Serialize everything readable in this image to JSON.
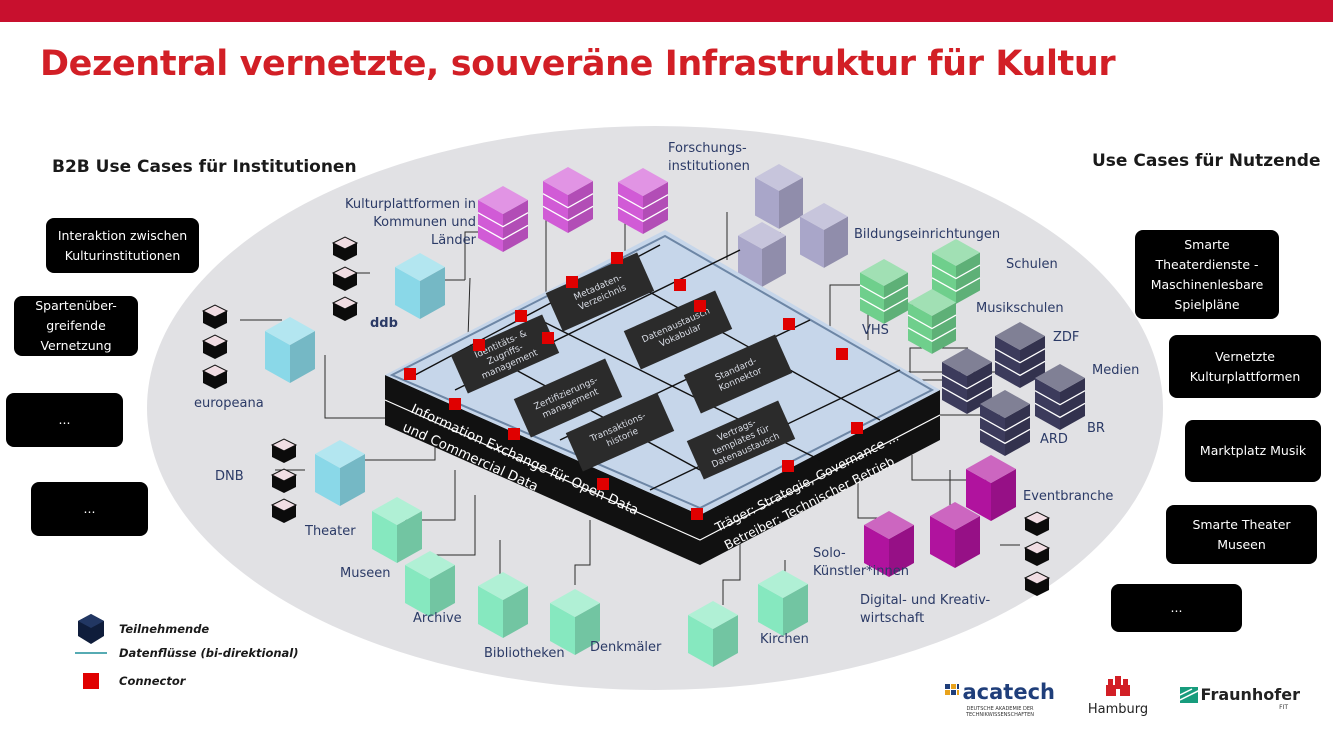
{
  "title": "Dezentral vernetzte, souveräne Infrastruktur für Kultur",
  "left": {
    "heading": "B2B Use Cases\nfür Institutionen",
    "boxes": [
      "Interaktion zwischen\nKulturinstitutionen",
      "Spartenüber-\ngreifende\nVernetzung",
      "...",
      "..."
    ]
  },
  "right": {
    "heading": "Use Cases für Nutzende",
    "boxes": [
      "Smarte\nTheaterdienste -\nMaschinenlesbare\nSpielpläne",
      "Vernetzte\nKulturplattformen",
      "Marktplatz Musik",
      "Smarte Theater\nMuseen",
      "..."
    ]
  },
  "platform": {
    "modules": [
      "Metadaten-\nVerzeichnis",
      "Identitäts- &\nZugriffs-\nmanagement",
      "Datenaustausch\nVokabular",
      "Zertifizierungs-\nmanagement",
      "Standard-\nKonnektor",
      "Transaktions-\nhistorie",
      "Vertrags-\ntemplates für\nDatenaustausch"
    ],
    "front_side": "Information Exchange für Open Data\nund Commercial Data",
    "right_side": "Träger: Strategie, Governance ...\nBetreiber: Technischer Betrieb"
  },
  "participants": [
    "Kulturplattformen in\nKommunen und\nLänder",
    "Forschungs-\ninstitutionen",
    "Bildungseinrichtungen",
    "Schulen",
    "Musikschulen",
    "VHS",
    "ZDF",
    "Medien",
    "ARD",
    "BR",
    "Eventbranche",
    "Solo-\nKünstler*innen",
    "Digital- und Kreativ-\nwirtschaft",
    "Kirchen",
    "Denkmäler",
    "Bibliotheken",
    "Archive",
    "Museen",
    "Theater",
    "DNB",
    "europeana",
    "ddb"
  ],
  "legend": {
    "participants": "Teilnehmende",
    "flows": "Datenflüsse (bi-direktional)",
    "connector": "Connector"
  },
  "logos": {
    "acatech": "acatech",
    "acatech_sub": "DEUTSCHE AKADEMIE DER\nTECHNIKWISSENSCHAFTEN",
    "hamburg": "Hamburg",
    "fraunhofer": "Fraunhofer",
    "fraunhofer_sub": "FIT"
  },
  "colors": {
    "brand_red": "#c8102e",
    "title_red": "#d21f26",
    "ellipse": "#e1e1e4",
    "platform_top": "#c6d6ea",
    "module_box": "#2b2b2b",
    "connector": "#e00000",
    "pink_cubes": "#d15bd6",
    "lavender_cubes": "#a9a6c9",
    "green_cubes": "#6fcf8c",
    "navy_cubes": "#3c3b5c",
    "magenta_cubes": "#b0139e",
    "mint_cubes": "#86e8bf",
    "cyan_cubes": "#8ad8e8"
  }
}
